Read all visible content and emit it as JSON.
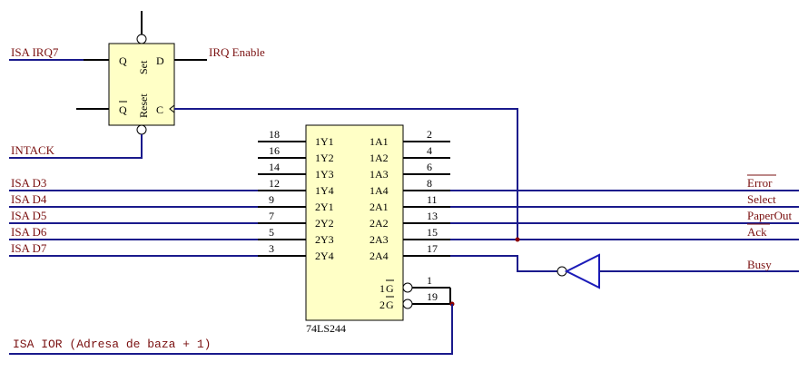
{
  "nets": {
    "isa_irq7": "ISA IRQ7",
    "intack": "INTACK",
    "irq_enable": "IRQ Enable",
    "isa_d3": "ISA D3",
    "isa_d4": "ISA D4",
    "isa_d5": "ISA D5",
    "isa_d6": "ISA D6",
    "isa_d7": "ISA D7",
    "isa_ior": "ISA IOR (Adresa de baza + 1)",
    "error": "Error",
    "select": "Select",
    "paperout": "PaperOut",
    "ack": "Ack",
    "busy": "Busy"
  },
  "flipflop": {
    "q": "Q",
    "qbar": "Q",
    "set": "Set",
    "reset": "Reset",
    "d": "D",
    "c": "C"
  },
  "buffer": {
    "name": "74LS244",
    "left_pins": [
      {
        "num": "18",
        "label": "1Y1"
      },
      {
        "num": "16",
        "label": "1Y2"
      },
      {
        "num": "14",
        "label": "1Y3"
      },
      {
        "num": "12",
        "label": "1Y4"
      },
      {
        "num": "9",
        "label": "2Y1"
      },
      {
        "num": "7",
        "label": "2Y2"
      },
      {
        "num": "5",
        "label": "2Y3"
      },
      {
        "num": "3",
        "label": "2Y4"
      }
    ],
    "right_pins": [
      {
        "num": "2",
        "label": "1A1"
      },
      {
        "num": "4",
        "label": "1A2"
      },
      {
        "num": "6",
        "label": "1A3"
      },
      {
        "num": "8",
        "label": "1A4"
      },
      {
        "num": "11",
        "label": "2A1"
      },
      {
        "num": "13",
        "label": "2A2"
      },
      {
        "num": "15",
        "label": "2A3"
      },
      {
        "num": "17",
        "label": "2A4"
      }
    ],
    "enable_pins": [
      {
        "num": "1",
        "label_prefix": "1",
        "label_bar": "G"
      },
      {
        "num": "19",
        "label_prefix": "2",
        "label_bar": "G"
      }
    ]
  }
}
